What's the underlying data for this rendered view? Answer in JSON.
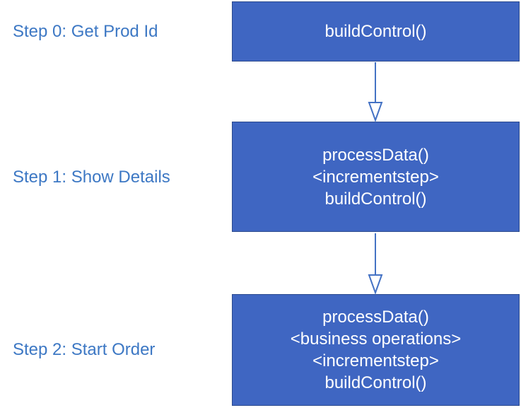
{
  "steps": [
    {
      "label": "Step 0: Get Prod Id",
      "lines": [
        "buildControl()"
      ]
    },
    {
      "label": "Step 1: Show Details",
      "lines": [
        "processData()",
        "<incrementstep>",
        "buildControl()"
      ]
    },
    {
      "label": "Step 2: Start Order",
      "lines": [
        "processData()",
        "<business operations>",
        "<incrementstep>",
        "buildControl()"
      ]
    }
  ],
  "colors": {
    "label_text": "#3d78c4",
    "box_fill": "#3f66c2",
    "box_border": "#2b4a8e",
    "box_text": "#ffffff",
    "arrow": "#4472c4"
  }
}
